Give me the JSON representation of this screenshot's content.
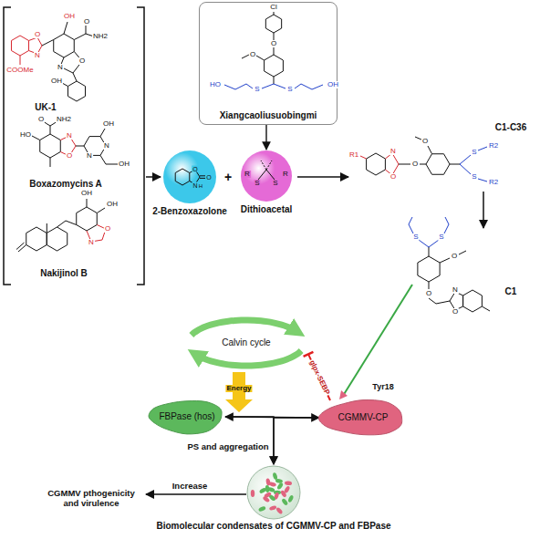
{
  "diagram": {
    "nodes": [
      {
        "text": [
          "Xiangcaoliusuobingmi"
        ]
      },
      {
        "text": [
          "2-Benzoxazolone"
        ]
      },
      {
        "text": [
          "Dithioacetal"
        ]
      },
      {
        "text": [
          "Calvin cycle"
        ]
      },
      {
        "text": [
          "FBPase (hos)"
        ]
      },
      {
        "text": [
          "CGMMV-CP"
        ]
      },
      {
        "text": [
          "Biomolecular condensates of CGMMV-CP and FBPase"
        ]
      }
    ],
    "edges": [
      {
        "from": 0,
        "to": 2,
        "arrow": "to"
      },
      {
        "from": 4,
        "to": 5,
        "arrow": "both"
      },
      {
        "from": 5,
        "to": 3,
        "label": "glpx-SEBP",
        "arrow": "none"
      },
      {
        "from": 4,
        "to": 6,
        "arrow": "to"
      },
      {
        "from": 5,
        "to": 6,
        "arrow": "to"
      }
    ],
    "labels": [
      "UK-1",
      "O",
      "N",
      "COOMe",
      "OH",
      "O",
      "NH2",
      "N",
      "O",
      "OH",
      "Boxazomycins A",
      "O",
      "NH2",
      "HO",
      "N",
      "O",
      "N",
      "N",
      "OH",
      "OH",
      "Nakijinol B",
      "OH",
      "OH",
      "O",
      "N",
      "Cl",
      "O",
      "O",
      "S",
      "S",
      "HO",
      "OH",
      "O",
      "N",
      "H",
      "O",
      "R",
      "S",
      "S",
      "R",
      "+",
      "R1",
      "N",
      "O",
      "O",
      "O",
      "S",
      "S",
      "R2",
      "R2",
      "C1-C36",
      "S",
      "S",
      "O",
      "O",
      "N",
      "O",
      "C1",
      "Energy",
      "Tyr18",
      "PS and aggregation",
      "Increase",
      "CGMMV pthogenicity and virulence"
    ]
  }
}
